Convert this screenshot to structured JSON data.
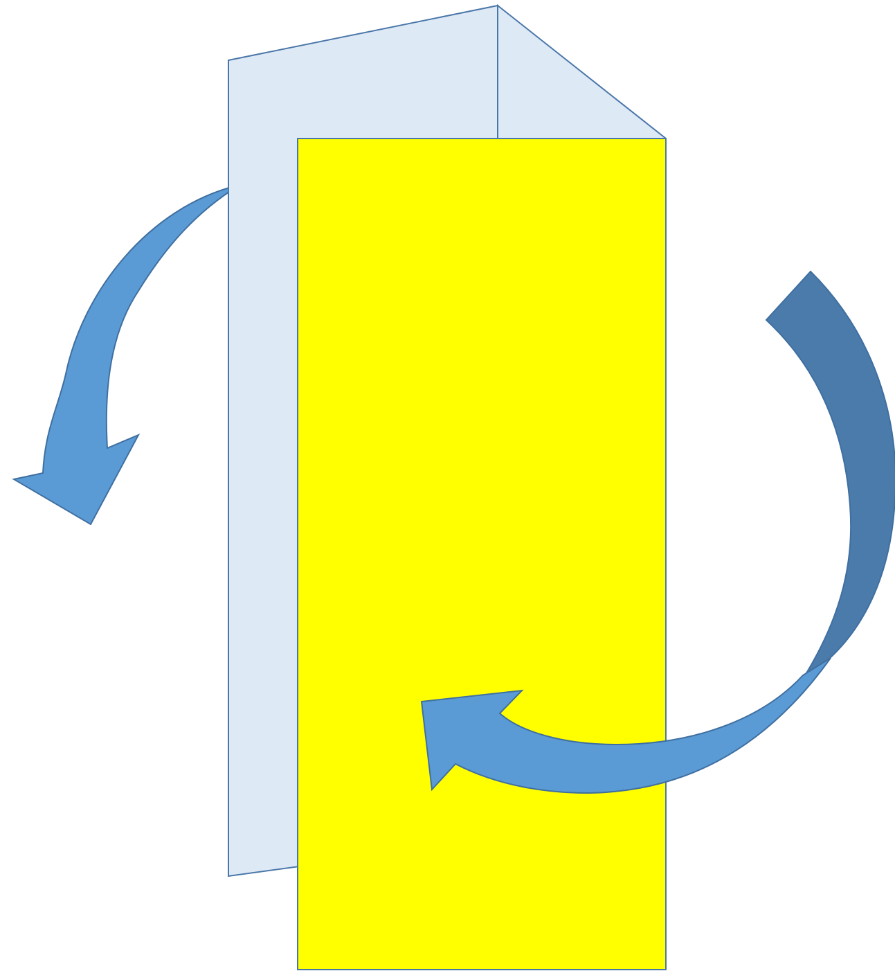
{
  "diagram": {
    "colors": {
      "background": "#FFFFFF",
      "back_panel_fill": "#DEE9F6",
      "back_panel_stroke": "#4A77A9",
      "front_panel_fill": "#FFFF00",
      "front_panel_stroke": "#4A77A9",
      "left_arrow_fill": "#5B9BD5",
      "right_arrow_dark_fill": "#4A7BAA",
      "right_arrow_light_fill": "#5B9BD5",
      "arrow_stroke": "#3F6FA0"
    },
    "elements": {
      "back_panel": {
        "shape": "folded-sheet-back"
      },
      "front_panel": {
        "shape": "yellow-front-sheet"
      },
      "left_arrow": {
        "shape": "curved-arrow",
        "direction": "counterclockwise-down-left"
      },
      "right_arrow": {
        "shape": "curved-arrow",
        "direction": "clockwise-down-to-left"
      }
    }
  }
}
